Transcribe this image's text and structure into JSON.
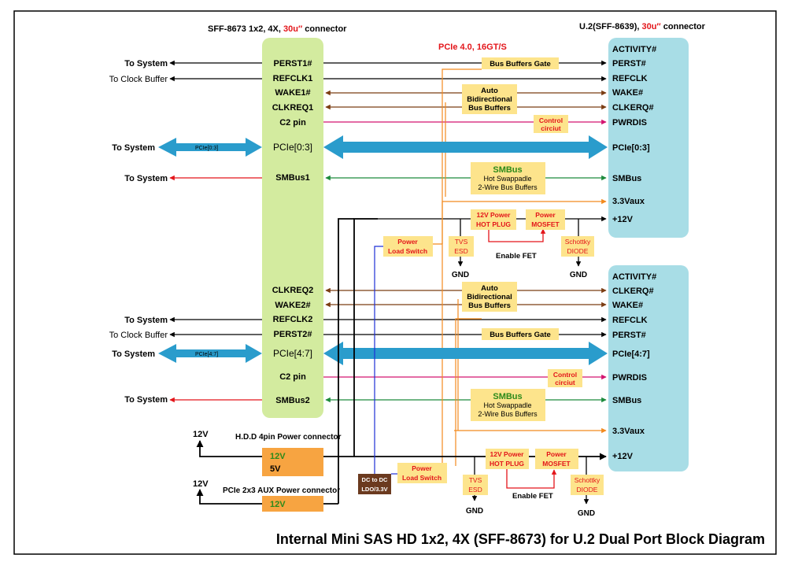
{
  "header": {
    "left_connector_prefix": "SFF-8673 1x2, 4X, ",
    "left_connector_accent": "30u″",
    "left_connector_suffix": " connector",
    "right_connector_prefix": "U.2(SFF-8639), ",
    "right_connector_accent": "30u″",
    "right_connector_suffix": " connector",
    "pcie_spec": "PCIe 4.0, 16GT/S"
  },
  "left_pins": {
    "perst1": "PERST1#",
    "refclk1": "REFCLK1",
    "wake1": "WAKE1#",
    "clkreq1": "CLKREQ1",
    "c2pin_a": "C2 pin",
    "pcie03": "PCIe[0:3]",
    "smbus1": "SMBus1",
    "clkreq2": "CLKREQ2",
    "wake2": "WAKE2#",
    "refclk2": "REFCLK2",
    "perst2": "PERST2#",
    "pcie47": "PCIe[4:7]",
    "c2pin_b": "C2 pin",
    "smbus2": "SMBus2"
  },
  "right_port1": {
    "activity": "ACTIVITY#",
    "perst": "PERST#",
    "refclk": "REFCLK",
    "wake": "WAKE#",
    "clkreq": "CLKERQ#",
    "pwrdis": "PWRDIS",
    "pcie": "PCIe[0:3]",
    "smbus": "SMBus",
    "vaux": "3.3Vaux",
    "v12": "+12V"
  },
  "right_port2": {
    "activity": "ACTIVITY#",
    "clkreq": "CLKERQ#",
    "wake": "WAKE#",
    "refclk": "REFCLK",
    "perst": "PERST#",
    "pcie": "PCIe[4:7]",
    "pwrdis": "PWRDIS",
    "smbus": "SMBus",
    "vaux": "3.3Vaux",
    "v12": "+12V"
  },
  "system_labels": {
    "to_system": "To System",
    "to_clock_buffer": "To Clock Buffer",
    "pcie03_small": "PCIe[0:3]",
    "pcie47_small": "PCIe[4:7]"
  },
  "blocks": {
    "bus_buffers_gate": "Bus Buffers Gate",
    "auto_bidir_l1": "Auto",
    "auto_bidir_l2": "Bidirectional",
    "auto_bidir_l3": "Bus Buffers",
    "control_l1": "Control",
    "control_l2": "circiut",
    "smbus_title": "SMBus",
    "smbus_l1": "Hot Swappadle",
    "smbus_l2": "2-Wire Bus Buffers",
    "hotplug_l1": "12V Power",
    "hotplug_l2": "HOT PLUG",
    "mosfet_l1": "Power",
    "mosfet_l2": "MOSFET",
    "load_l1": "Power",
    "load_l2": "Load Switch",
    "tvs_l1": "TVS",
    "tvs_l2": "ESD",
    "schottky_l1": "Schottky",
    "schottky_l2": "DIODE",
    "enable_fet": "Enable FET",
    "gnd": "GND",
    "dcdc_l1": "DC to DC",
    "dcdc_l2": "LDO/3.3V"
  },
  "power": {
    "hdd_label": "H.D.D 4pin Power connector",
    "hdd_12v": "12V",
    "hdd_5v": "5V",
    "aux_label": "PCIe 2x3 AUX Power connector",
    "aux_12v": "12V",
    "rail_12v": "12V"
  },
  "footer_title": "Internal Mini SAS HD 1x2, 4X (SFF-8673) for U.2 Dual Port Block Diagram",
  "colors": {
    "left_connector": "#d3eb9f",
    "right_connector": "#a8dde6",
    "label_box": "#fde48c",
    "power_box": "#f7a441",
    "pcie_arrow": "#2a9ccc",
    "accent_red": "#e3151a",
    "brown": "#7b3d13",
    "green": "#1c8a3c",
    "magenta": "#d4146f",
    "orange": "#f28a1e",
    "blue": "#1d30d6",
    "smbus_title": "#2c8a1a"
  }
}
